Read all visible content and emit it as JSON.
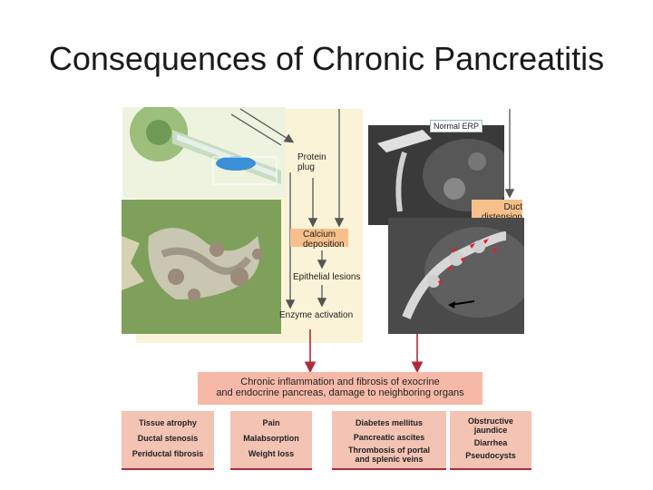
{
  "title": "Consequences of Chronic Pancreatitis",
  "labels": {
    "protein_plug": "Protein plug",
    "normal_erp": "Normal ERP",
    "duct_distension": "Duct distension",
    "calcium_deposition": "Calcium deposition",
    "epithelial_lesions": "Epithelial lesions",
    "enzyme_activation": "Enzyme activation"
  },
  "summary": {
    "line1": "Chronic inflammation and fibrosis of exocrine",
    "line2": "and endocrine pancreas, damage to neighboring organs"
  },
  "columns": [
    {
      "items": [
        "Tissue atrophy",
        "Ductal stenosis",
        "Periductal fibrosis"
      ]
    },
    {
      "items": [
        "Pain",
        "Malabsorption",
        "Weight loss"
      ]
    },
    {
      "items": [
        "Diabetes mellitus",
        "Pancreatic ascites",
        "Thrombosis of portal and splenic veins"
      ]
    },
    {
      "items": [
        "Obstructive jaundice",
        "Diarrhea",
        "Pseudocysts"
      ]
    }
  ],
  "colors": {
    "panel": "#fbf3d8",
    "orange": "#f7c08a",
    "summary": "#f6b9a8",
    "column": "#f3c3b4",
    "arrow_red": "#b02a3a",
    "tissue_green": "#7fa05a"
  }
}
